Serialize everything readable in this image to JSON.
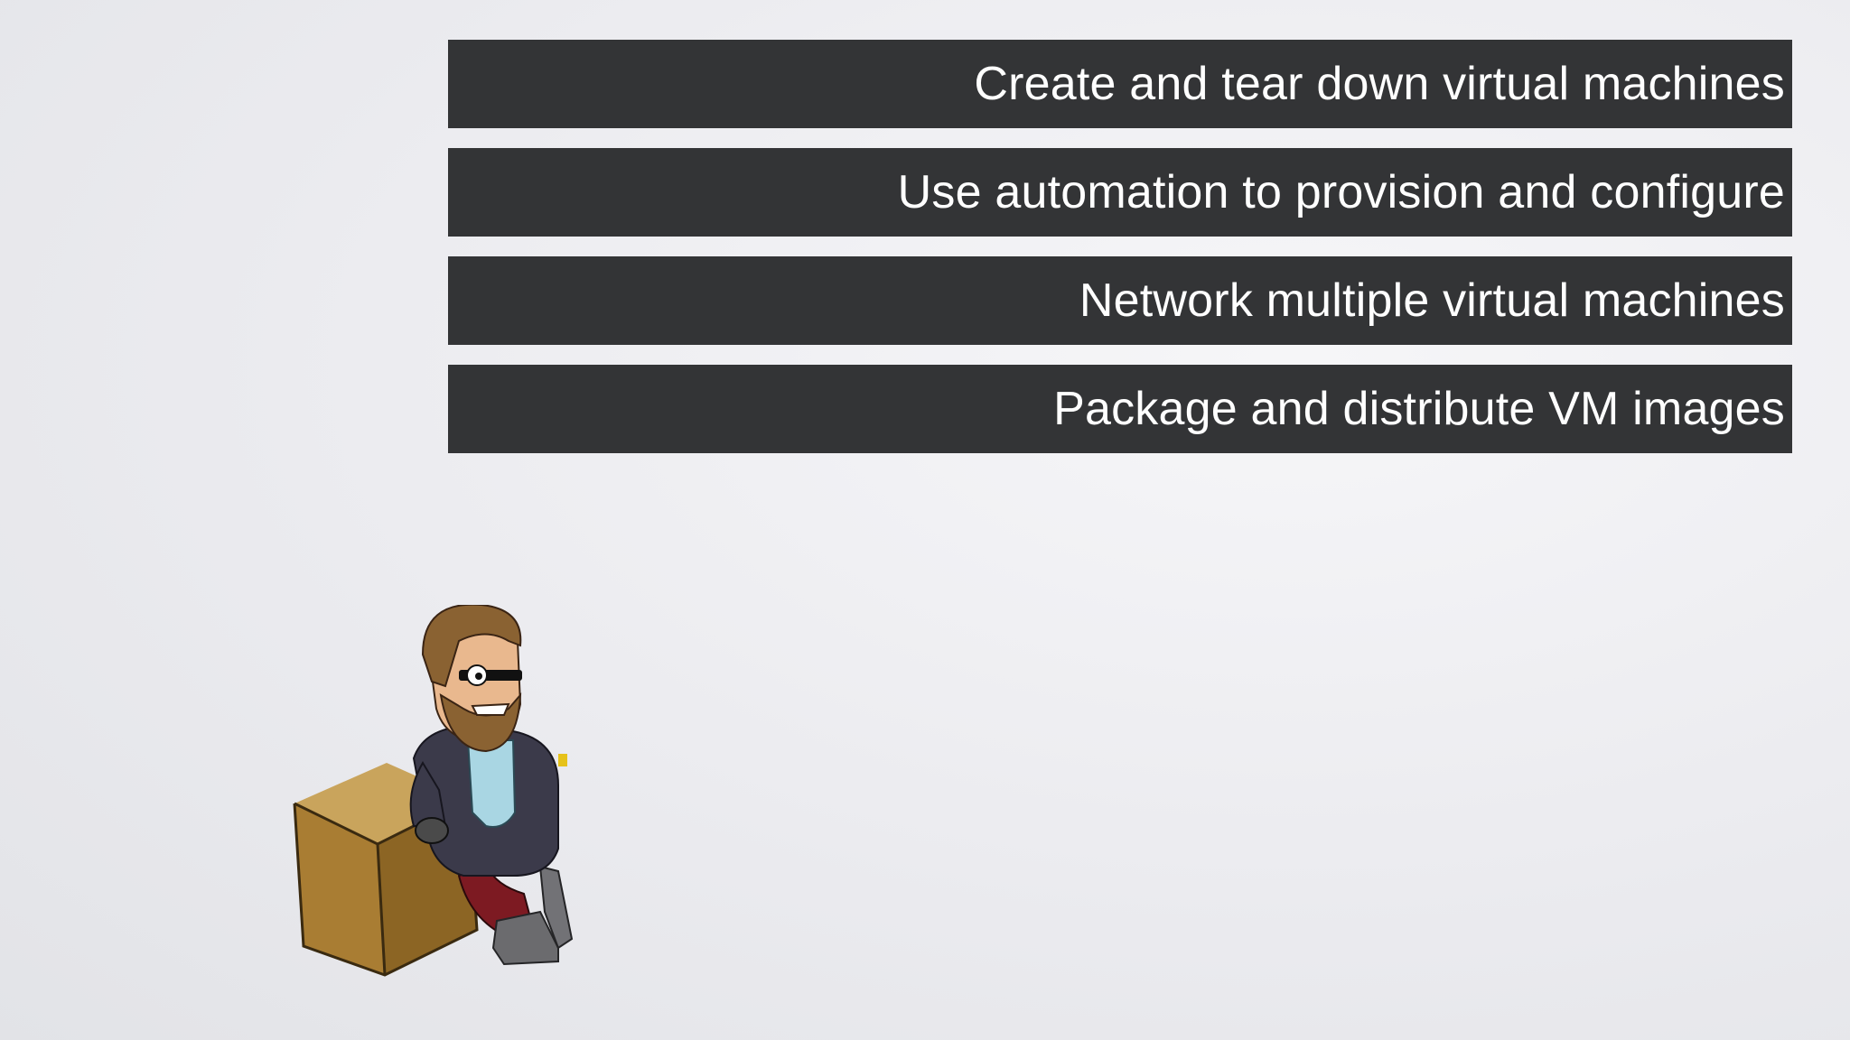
{
  "slide": {
    "items": [
      {
        "label": "Create and tear down virtual machines"
      },
      {
        "label": "Use automation to provision and configure"
      },
      {
        "label": "Network multiple virtual machines"
      },
      {
        "label": "Package and distribute VM images"
      }
    ]
  },
  "colors": {
    "bar_background": "#333436",
    "bar_text": "#ffffff",
    "box": "#b48a3c"
  },
  "icons": {
    "mascot": "vagrant-mascot-icon"
  }
}
